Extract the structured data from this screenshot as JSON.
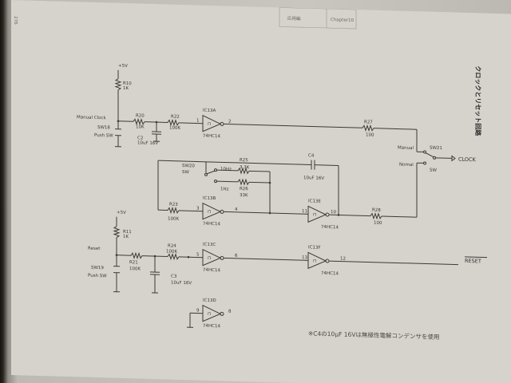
{
  "header": {
    "page_number": "276",
    "section_label": "応用編",
    "chapter_label": "Chapter10"
  },
  "circuit": {
    "title": "クロックとリセット回路",
    "footnote": "※C4の10μF 16Vは無極性電解コンデンサを使用",
    "power_label": "+5V",
    "signals": {
      "manual_clock": "Manual Clock",
      "reset": "Reset",
      "clock_out": "CLOCK",
      "reset_out": "RESET"
    },
    "switch_labels": {
      "manual": "Manual",
      "normal": "Nomal",
      "sw": "SW",
      "freq_high": "10Hz",
      "freq_low": "1Hz",
      "push_sw": "Push SW"
    },
    "parts": {
      "r10": "R10",
      "r10_val": "1K",
      "r20": "R20",
      "r20_val": "10K",
      "r22": "R22",
      "r22_val": "100K",
      "c2": "C2",
      "c2_val": "10uF 16V",
      "sw18": "SW18",
      "ic13a": "IC13A",
      "ic13a_part": "74HC14",
      "r27": "R27",
      "r27_val": "100",
      "sw21": "SW21",
      "sw20": "SW20",
      "r25": "R25",
      "r25_val": "3.3K",
      "r26": "R26",
      "r26_val": "33K",
      "c4": "C4",
      "c4_val": "10uF 16V",
      "r23": "R23",
      "r23_val": "100K",
      "ic13b": "IC13B",
      "ic13b_part": "74HC14",
      "ic13e": "IC13E",
      "ic13e_part": "74HC14",
      "r28": "R28",
      "r28_val": "100",
      "r11": "R11",
      "r11_val": "1K",
      "r21": "R21",
      "r21_val": "100K",
      "r24": "R24",
      "r24_val": "100K",
      "c3": "C3",
      "c3_val": "10uF 16V",
      "sw19": "SW19",
      "ic13c": "IC13C",
      "ic13c_part": "74HC14",
      "ic13f": "IC13F",
      "ic13f_part": "74HC14",
      "ic13d": "IC13D",
      "ic13d_part": "74HC14"
    },
    "pins": {
      "p1": "1",
      "p2": "2",
      "p3": "3",
      "p4": "4",
      "p5": "5",
      "p6": "6",
      "p8": "8",
      "p9": "9",
      "p10": "10",
      "p11": "11",
      "p12": "12",
      "p13": "13"
    }
  }
}
